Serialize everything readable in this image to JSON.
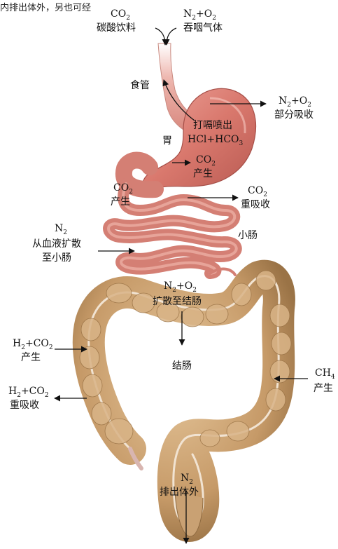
{
  "caption_fragment": "内排出体外，另也可经…",
  "labels": {
    "co2_drink_formula": "CO",
    "co2_drink_sub": "2",
    "co2_drink_text": "碳酸饮料",
    "n2o2_swallow_formula_a": "N",
    "n2o2_swallow_sub_a": "2",
    "n2o2_swallow_formula_b": "+O",
    "n2o2_swallow_sub_b": "2",
    "n2o2_swallow_text": "吞咽气体",
    "esophagus": "食管",
    "belch": "打嗝喷出",
    "hcl_formula": "HCl+HCO",
    "hcl_sub": "3",
    "stomach": "胃",
    "stomach_absorb_formula_a": "N",
    "stomach_absorb_sub_a": "2",
    "stomach_absorb_formula_b": "+O",
    "stomach_absorb_sub_b": "2",
    "stomach_absorb_text": "部分吸收",
    "co2_produce_formula": "CO",
    "co2_produce_sub": "2",
    "co2_produce_text": "产生",
    "co2_produce2_formula": "CO",
    "co2_produce2_sub": "2",
    "co2_produce2_text": "产生",
    "co2_reabsorb_formula": "CO",
    "co2_reabsorb_sub": "2",
    "co2_reabsorb_text": "重吸收",
    "small_intestine": "小肠",
    "n2_blood_formula": "N",
    "n2_blood_sub": "2",
    "n2_blood_text1": "从血液扩散",
    "n2_blood_text2": "至小肠",
    "colon_diffuse_formula_a": "N",
    "colon_diffuse_sub_a": "2",
    "colon_diffuse_formula_b": "+O",
    "colon_diffuse_sub_b": "2",
    "colon_diffuse_text": "扩散至结肠",
    "colon": "结肠",
    "h2co2_produce_formula_a": "H",
    "h2co2_produce_sub_a": "2",
    "h2co2_produce_formula_b": "+CO",
    "h2co2_produce_sub_b": "2",
    "h2co2_produce_text": "产生",
    "h2co2_reabsorb_formula_a": "H",
    "h2co2_reabsorb_sub_a": "2",
    "h2co2_reabsorb_formula_b": "+CO",
    "h2co2_reabsorb_sub_b": "2",
    "h2co2_reabsorb_text": "重吸收",
    "ch4_formula": "CH",
    "ch4_sub": "4",
    "ch4_text": "产生",
    "n2_out_formula": "N",
    "n2_out_sub": "2",
    "n2_out_text": "排出体外"
  },
  "colors": {
    "stomach": "#dd8278",
    "stomach_dark": "#b4564f",
    "esophagus": "#e6aaa2",
    "colon": "#c9a173",
    "colon_dark": "#8e6a40",
    "colon_light": "#e2c79f",
    "mucosa_line": "#f1e3d2",
    "arrow": "#111111"
  }
}
